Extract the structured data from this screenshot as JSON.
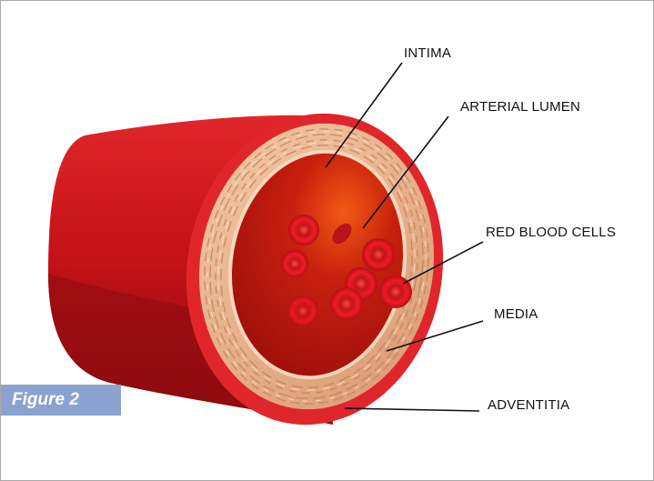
{
  "figure_label": "Figure 2",
  "labels": {
    "intima": "INTIMA",
    "arterial_lumen": "ARTERIAL LUMEN",
    "red_blood_cells": "RED BLOOD CELLS",
    "media": "MEDIA",
    "adventitia": "ADVENTITIA"
  },
  "colors": {
    "vessel_red": "#d3141c",
    "vessel_dark": "#8e0d10",
    "media_layer": "#e9b48f",
    "lumen": "#b81410",
    "figure_tag": "#8aa2cf"
  }
}
